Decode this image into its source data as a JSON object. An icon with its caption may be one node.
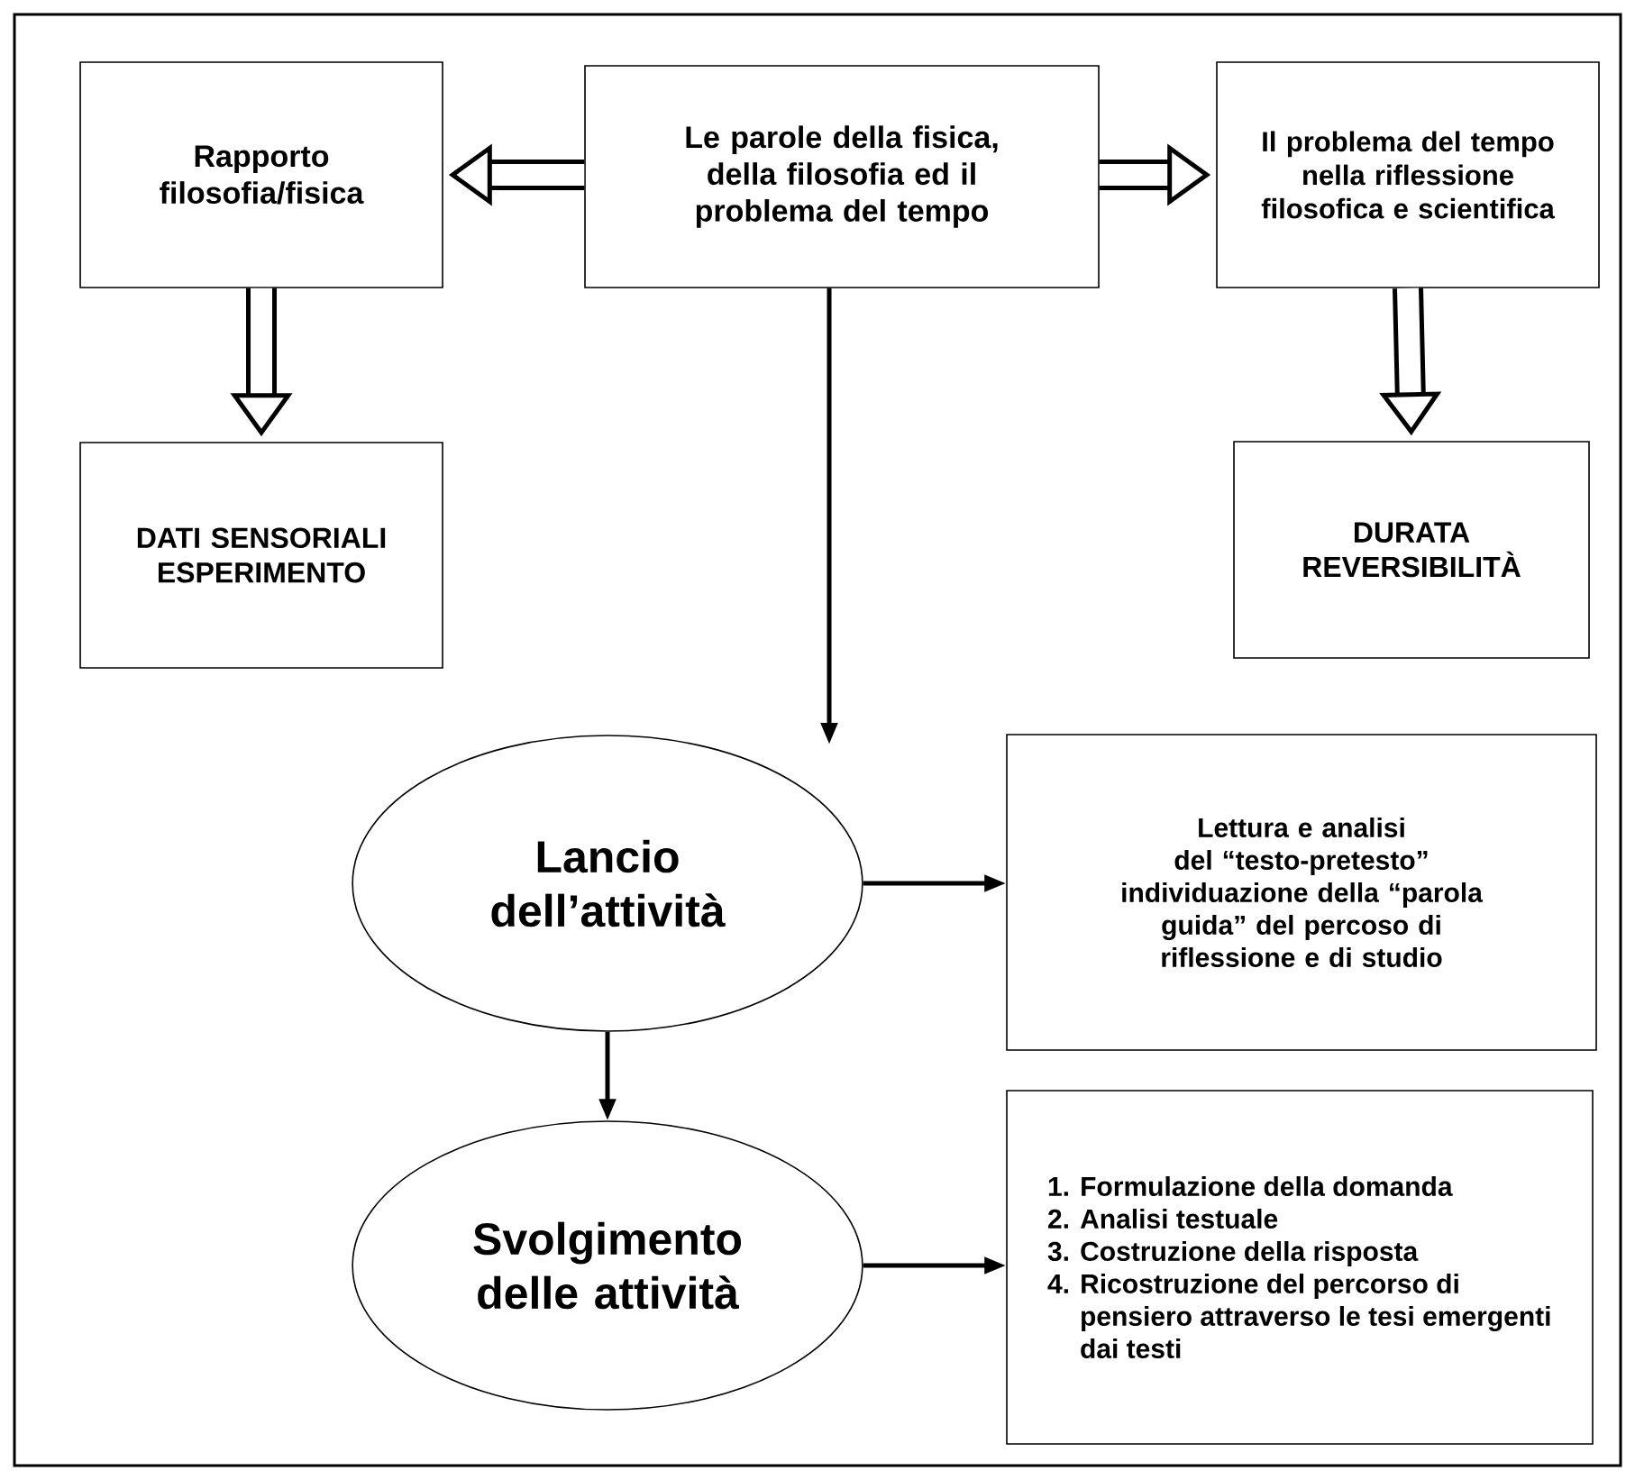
{
  "diagram": {
    "nodes": [
      {
        "text": [
          "Le parole della fisica, della filosofia ed il problema del tempo"
        ]
      },
      {
        "text": [
          "Rapporto filosofia/fisica"
        ]
      },
      {
        "text": [
          "Il problema del tempo nella riflessione filosofica e scientifica"
        ]
      },
      {
        "text": [
          "DATI SENSORIALI ESPERIMENTO"
        ]
      },
      {
        "text": [
          "DURATA REVERSIBILITÀ"
        ]
      },
      {
        "text": [
          "Lancio dell’attività"
        ]
      },
      {
        "text": [
          "Lettura e analisi del “testo-pretesto” individuazione della “parola guida” del percoso di riflessione e di studio"
        ]
      },
      {
        "text": [
          "Svolgimento delle attività"
        ]
      },
      {
        "text": [
          "1. Formulazione della domanda",
          "2. Analisi testuale",
          "3. Costruzione della risposta",
          "4. Ricostruzione del percorso di pensiero attraverso le tesi emergenti dai testi"
        ]
      }
    ],
    "edges": [
      {
        "from": 0,
        "to": 1,
        "arrow": "to",
        "style": "thick"
      },
      {
        "from": 0,
        "to": 2,
        "arrow": "to",
        "style": "thick"
      },
      {
        "from": 1,
        "to": 3,
        "arrow": "to",
        "style": "thick"
      },
      {
        "from": 2,
        "to": 4,
        "arrow": "to",
        "style": "thick"
      },
      {
        "from": 0,
        "to": 5,
        "arrow": "to"
      },
      {
        "from": 5,
        "to": 6,
        "arrow": "to"
      },
      {
        "from": 5,
        "to": 7,
        "arrow": "to"
      },
      {
        "from": 7,
        "to": 8,
        "arrow": "to"
      }
    ]
  }
}
